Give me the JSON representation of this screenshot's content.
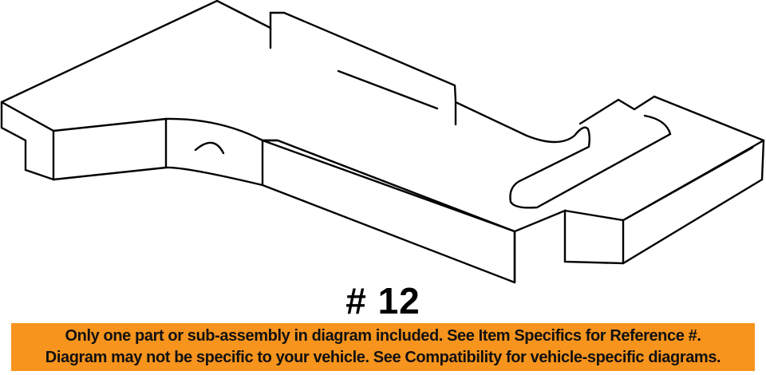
{
  "diagram": {
    "subject": "bracket-part-line-drawing",
    "stroke_color": "#000000",
    "background_color": "#ffffff"
  },
  "reference": {
    "label": "# 12"
  },
  "banner": {
    "background_color": "#f7941d",
    "line1": "Only one part or sub-assembly in diagram included. See Item Specifics for Reference #.",
    "line2": "Diagram may not be specific to your vehicle. See Compatibility for vehicle-specific diagrams."
  }
}
